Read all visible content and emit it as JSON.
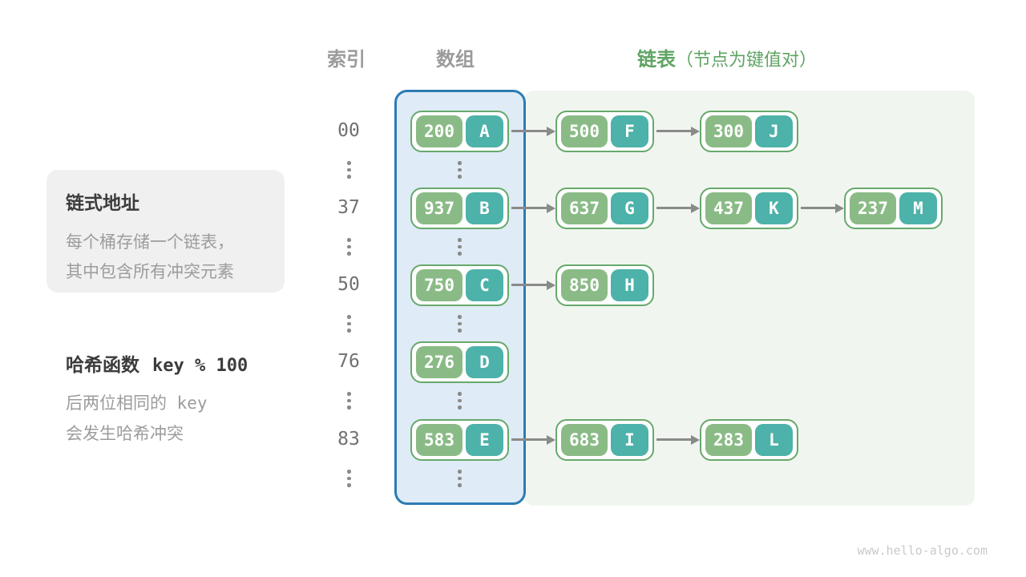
{
  "header": {
    "index_label": "索引",
    "array_label": "数组",
    "list_label": "链表",
    "list_note": "（节点为键值对）"
  },
  "info_box": {
    "title": "链式地址",
    "line1": "每个桶存储一个链表，",
    "line2": "其中包含所有冲突元素"
  },
  "hash_note": {
    "title_prefix": "哈希函数",
    "formula": "key % 100",
    "line1_prefix": "后两位相同的",
    "line1_code": " key",
    "line2": "会发生哈希冲突"
  },
  "rows": [
    {
      "index": "00",
      "bucket": {
        "key": "200",
        "value": "A"
      },
      "chain": [
        {
          "key": "500",
          "value": "F"
        },
        {
          "key": "300",
          "value": "J"
        }
      ]
    },
    {
      "index": "37",
      "bucket": {
        "key": "937",
        "value": "B"
      },
      "chain": [
        {
          "key": "637",
          "value": "G"
        },
        {
          "key": "437",
          "value": "K"
        },
        {
          "key": "237",
          "value": "M"
        }
      ]
    },
    {
      "index": "50",
      "bucket": {
        "key": "750",
        "value": "C"
      },
      "chain": [
        {
          "key": "850",
          "value": "H"
        }
      ]
    },
    {
      "index": "76",
      "bucket": {
        "key": "276",
        "value": "D"
      },
      "chain": []
    },
    {
      "index": "83",
      "bucket": {
        "key": "583",
        "value": "E"
      },
      "chain": [
        {
          "key": "683",
          "value": "I"
        },
        {
          "key": "283",
          "value": "L"
        }
      ]
    }
  ],
  "colors": {
    "panel_blue_border": "#2b7cb3",
    "panel_blue_fill": "#dfebf6",
    "panel_green_fill": "#f0f6ef",
    "node_border": "#67a96c",
    "node_key_fill": "#8abb86",
    "node_value_fill": "#4db2a9",
    "header_green": "#5fa463",
    "arrow_gray": "#8a8a8a"
  },
  "watermark": "www.hello-algo.com"
}
